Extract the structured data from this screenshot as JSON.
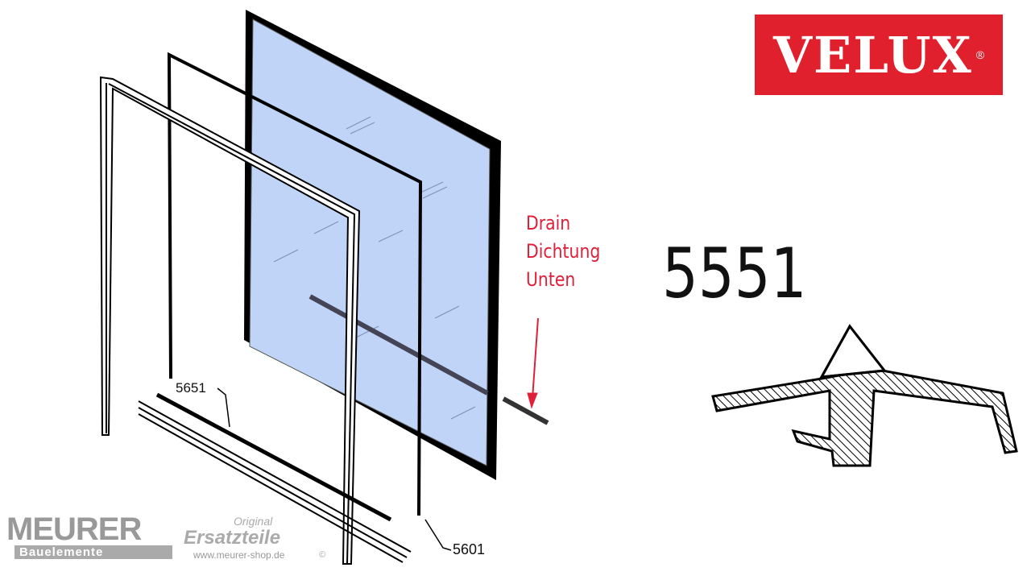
{
  "brand": {
    "name": "VELUX",
    "registered": "®",
    "color": "#e0202c"
  },
  "part_number": "5551",
  "callout": {
    "lines": [
      "Drain",
      "Dichtung",
      "Unten"
    ],
    "color": "#e0203a"
  },
  "part_labels": {
    "top": "5651",
    "bottom": "5601"
  },
  "watermark": {
    "company": "MEURER",
    "subtitle": "Bauelemente",
    "original": "Original",
    "parts": "Ersatzteile",
    "url": "www.meurer-shop.de",
    "copyright": "©"
  },
  "glass_color": "#bfd4f7"
}
